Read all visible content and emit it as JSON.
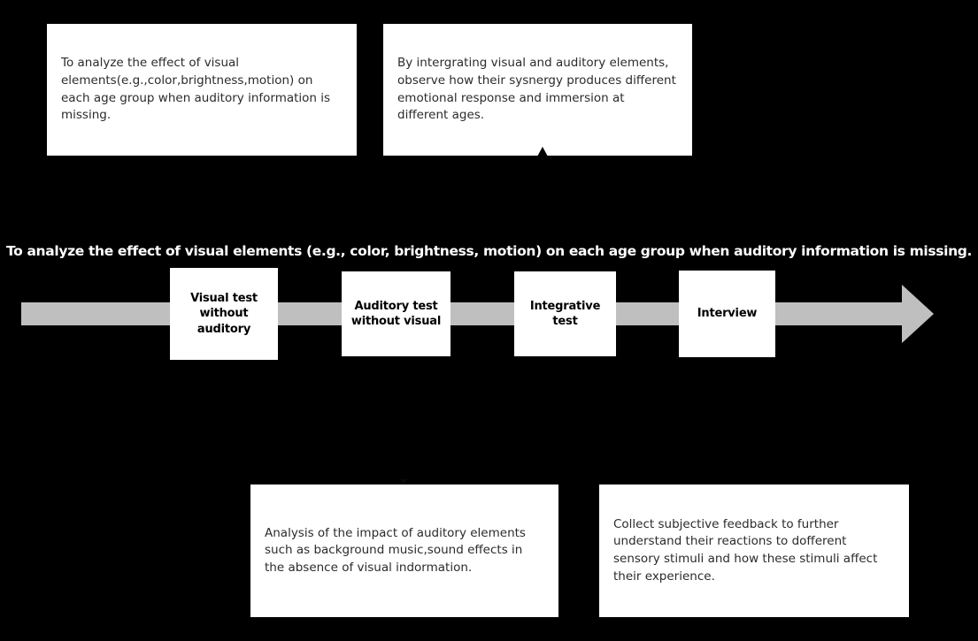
{
  "diagram": {
    "background_color": "#000000",
    "box_fill_color": "#ffffff",
    "bar_color": "#bfbfbf",
    "title": "To analyze the effect of visual elements (e.g., color, brightness, motion) on each age group when auditory information is missing.",
    "steps": [
      {
        "label": "Visual test\nwithout\nauditory"
      },
      {
        "label": "Auditory test\nwithout visual"
      },
      {
        "label": "Integrative\ntest"
      },
      {
        "label": "Interview"
      }
    ],
    "callouts": [
      {
        "position": "top-left",
        "text": "To analyze the effect of visual elements(e.g.,color,brightness,motion) on each age group when auditory information is missing."
      },
      {
        "position": "top-right",
        "text": "By intergrating visual and auditory elements, observe how their sysnergy produces different emotional response and immersion at different ages."
      },
      {
        "position": "bottom-left",
        "text": "Analysis of the impact of auditory elements such as background music,sound effects in the absence of visual indormation."
      },
      {
        "position": "bottom-right",
        "text": "Collect subjective feedback to further understand their reactions to dofferent sensory stimuli and how these stimuli affect their experience."
      }
    ]
  }
}
